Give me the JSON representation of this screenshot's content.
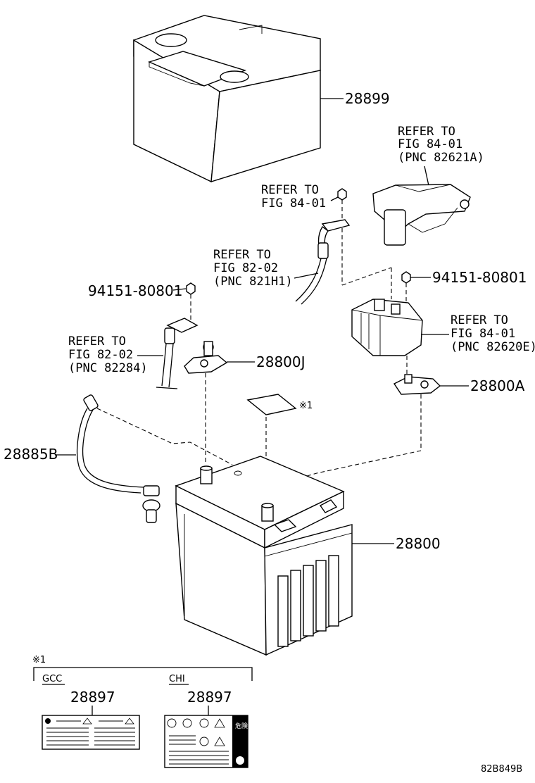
{
  "parts": {
    "insulator": "28899",
    "battery": "28800",
    "terminal_j": "28800J",
    "terminal_a": "28800A",
    "sensor": "28885B",
    "bolt_left": "94151-80801",
    "bolt_right": "94151-80801",
    "label_gcc": "28897",
    "label_chi": "28897"
  },
  "refs": {
    "ref1": {
      "l1": "REFER TO",
      "l2": "FIG 84-01",
      "l3": "(PNC 82621A)"
    },
    "ref2": {
      "l1": "REFER TO",
      "l2": "FIG 84-01"
    },
    "ref3": {
      "l1": "REFER TO",
      "l2": "FIG 82-02",
      "l3": "(PNC 821H1)"
    },
    "ref4": {
      "l1": "REFER TO",
      "l2": "FIG 84-01",
      "l3": "(PNC 82620E)"
    },
    "ref5": {
      "l1": "REFER TO",
      "l2": "FIG 82-02",
      "l3": "(PNC 82284)"
    }
  },
  "note_mark": "※1",
  "inset": {
    "mark": "※1",
    "gcc": "GCC",
    "chi": "CHI",
    "chi_label_chars": "危険"
  },
  "figure_code": "82B849B"
}
